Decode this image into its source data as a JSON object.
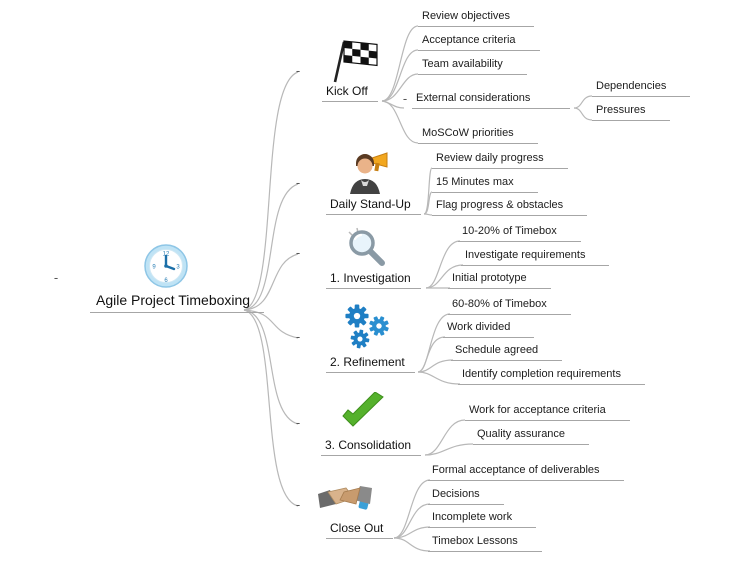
{
  "ui": {
    "collapse_marker": "-"
  },
  "colors": {
    "connector": "#b8b8b8",
    "underline": "#a6a6a6",
    "text": "#1c1c1c",
    "gear_blue": "#1f7fc4",
    "check_green": "#55b12c",
    "clock_blue": "#bfe3f5",
    "flag_black": "#222222"
  },
  "root": {
    "label": "Agile Project Timeboxing",
    "icon": "clock"
  },
  "branches": [
    {
      "label": "Kick Off",
      "icon": "checkered-flag",
      "children": [
        {
          "label": "Review objectives"
        },
        {
          "label": "Acceptance criteria"
        },
        {
          "label": "Team availability"
        },
        {
          "label": "External considerations",
          "children": [
            {
              "label": "Dependencies"
            },
            {
              "label": "Pressures"
            }
          ]
        },
        {
          "label": "MoSCoW priorities"
        }
      ]
    },
    {
      "label": "Daily Stand-Up",
      "icon": "person-announcer",
      "children": [
        {
          "label": "Review daily progress"
        },
        {
          "label": "15 Minutes max"
        },
        {
          "label": "Flag progress & obstacles"
        }
      ]
    },
    {
      "label": "1. Investigation",
      "icon": "magnifier",
      "children": [
        {
          "label": "10-20% of Timebox"
        },
        {
          "label": "Investigate requirements"
        },
        {
          "label": "Initial prototype"
        }
      ]
    },
    {
      "label": "2. Refinement",
      "icon": "gears",
      "children": [
        {
          "label": "60-80% of Timebox"
        },
        {
          "label": "Work divided"
        },
        {
          "label": "Schedule agreed"
        },
        {
          "label": "Identify completion requirements"
        }
      ]
    },
    {
      "label": "3. Consolidation",
      "icon": "checkmark",
      "children": [
        {
          "label": "Work for acceptance criteria"
        },
        {
          "label": "Quality assurance"
        }
      ]
    },
    {
      "label": "Close Out",
      "icon": "handshake",
      "children": [
        {
          "label": "Formal acceptance of deliverables"
        },
        {
          "label": "Decisions"
        },
        {
          "label": "Incomplete work"
        },
        {
          "label": "Timebox Lessons"
        }
      ]
    }
  ]
}
